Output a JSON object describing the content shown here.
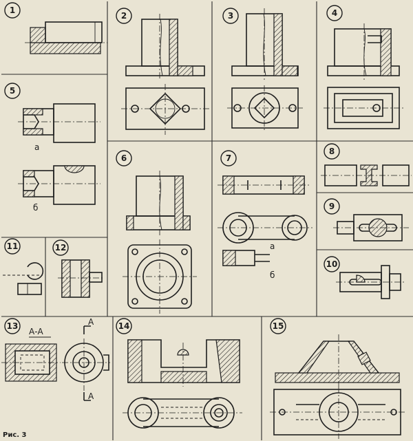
{
  "figure": {
    "caption": "Рис. 3"
  },
  "panels": [
    {
      "number": "1"
    },
    {
      "number": "2"
    },
    {
      "number": "3"
    },
    {
      "number": "4"
    },
    {
      "number": "5",
      "labels": [
        "а",
        "б"
      ]
    },
    {
      "number": "6"
    },
    {
      "number": "7",
      "labels": [
        "а",
        "б"
      ]
    },
    {
      "number": "8"
    },
    {
      "number": "9"
    },
    {
      "number": "10"
    },
    {
      "number": "11"
    },
    {
      "number": "12"
    },
    {
      "number": "13",
      "labels": [
        "А-А",
        "А",
        "А"
      ]
    },
    {
      "number": "14"
    },
    {
      "number": "15"
    }
  ]
}
